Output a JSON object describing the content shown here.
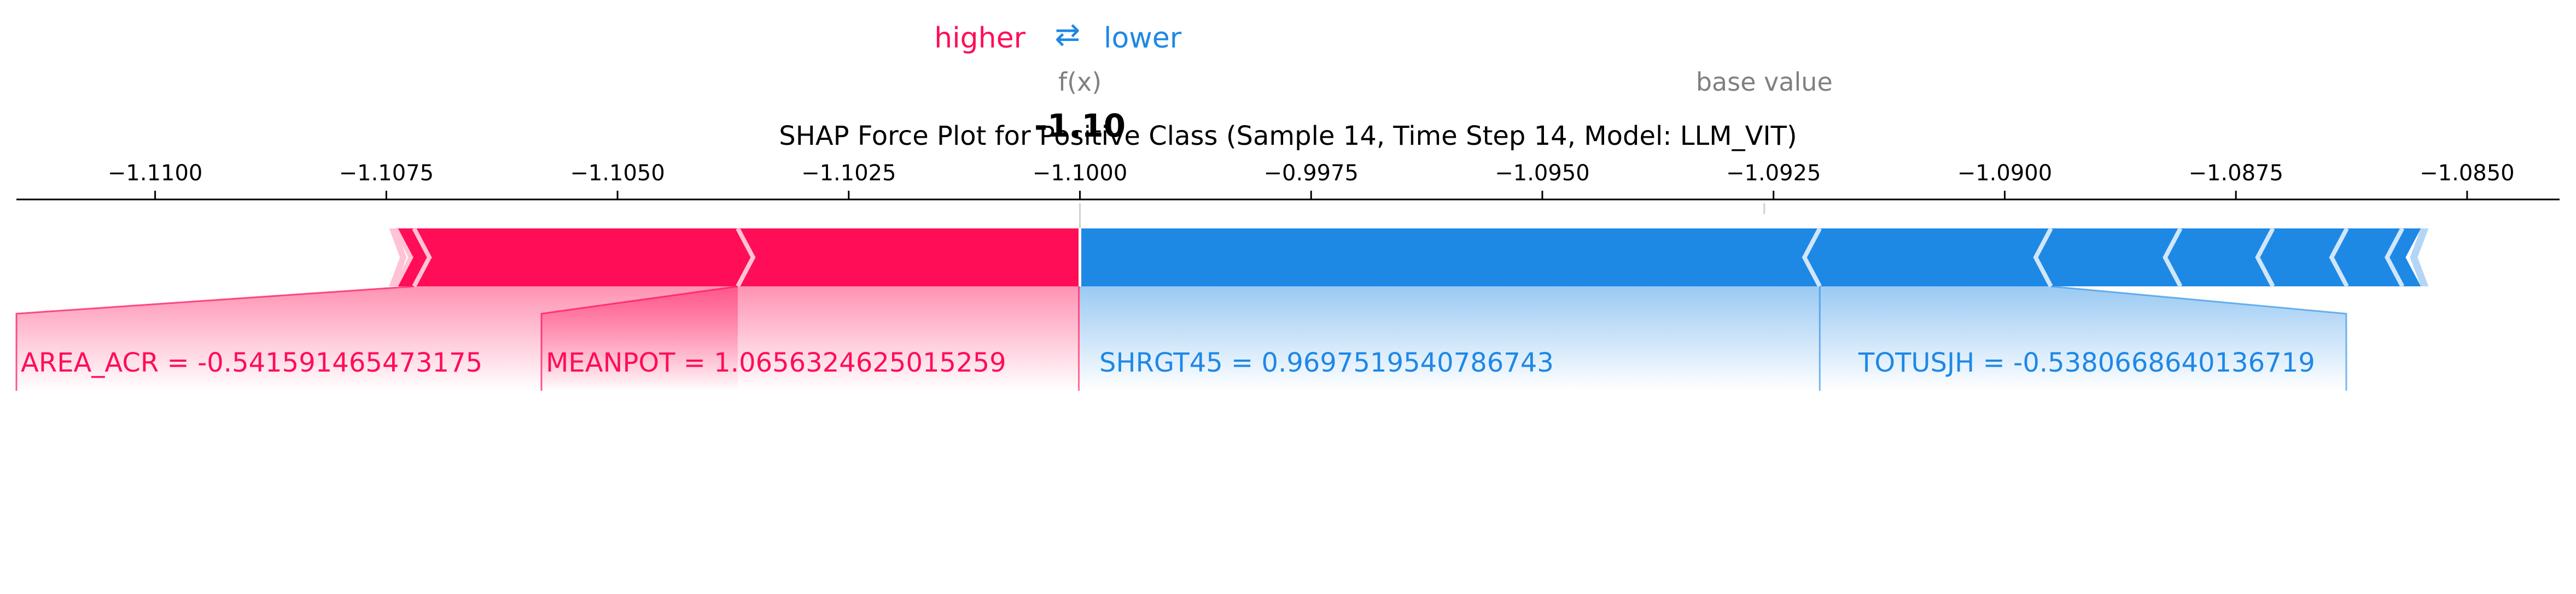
{
  "chart_data": {
    "type": "force",
    "title": "SHAP Force Plot for Positive Class (Sample 14, Time Step 14, Model: LLM_VIT)",
    "legend": {
      "higher_label": "higher",
      "lower_label": "lower",
      "arrow_glyph": "⇄"
    },
    "fx_label": "f(x)",
    "fx_value_text": "-1.10",
    "fx_value": -1.1,
    "base_value_label": "base value",
    "base_value": -1.0926,
    "xlim": [
      -1.1115,
      -1.084
    ],
    "ticks": [
      -1.11,
      -1.1075,
      -1.105,
      -1.1025,
      -1.1,
      -1.0975,
      -1.095,
      -1.0925,
      -1.09,
      -1.0875,
      -1.085
    ],
    "tick_labels": [
      "−1.1100",
      "−1.1075",
      "−1.1050",
      "−1.1025",
      "−1.1000",
      "−0.9975",
      "−1.0950",
      "−1.0925",
      "−1.0900",
      "−1.0875",
      "−1.0850"
    ],
    "positive_segments": [
      {
        "start": -1.1074,
        "end": -1.1072,
        "label": ""
      },
      {
        "start": -1.1072,
        "end": -1.1037,
        "label": "AREA_ACR = -0.541591465473175"
      },
      {
        "start": -1.1037,
        "end": -1.1,
        "label": "MEANPOT = 1.0656324625015259"
      }
    ],
    "negative_segments": [
      {
        "start": -1.1,
        "end": -1.092,
        "label": "SHRGT45 = 0.9697519540786743"
      },
      {
        "start": -1.092,
        "end": -1.0895,
        "label": "TOTUSJH = -0.5380668640136719"
      },
      {
        "start": -1.0895,
        "end": -1.0881,
        "label": ""
      },
      {
        "start": -1.0881,
        "end": -1.0871,
        "label": ""
      },
      {
        "start": -1.0871,
        "end": -1.0863,
        "label": ""
      },
      {
        "start": -1.0863,
        "end": -1.0857,
        "label": ""
      },
      {
        "start": -1.0857,
        "end": -1.0855,
        "label": ""
      }
    ],
    "colors": {
      "positive": "#ff0d57",
      "negative": "#1e88e5",
      "text": "#000000",
      "muted": "#808080"
    }
  }
}
